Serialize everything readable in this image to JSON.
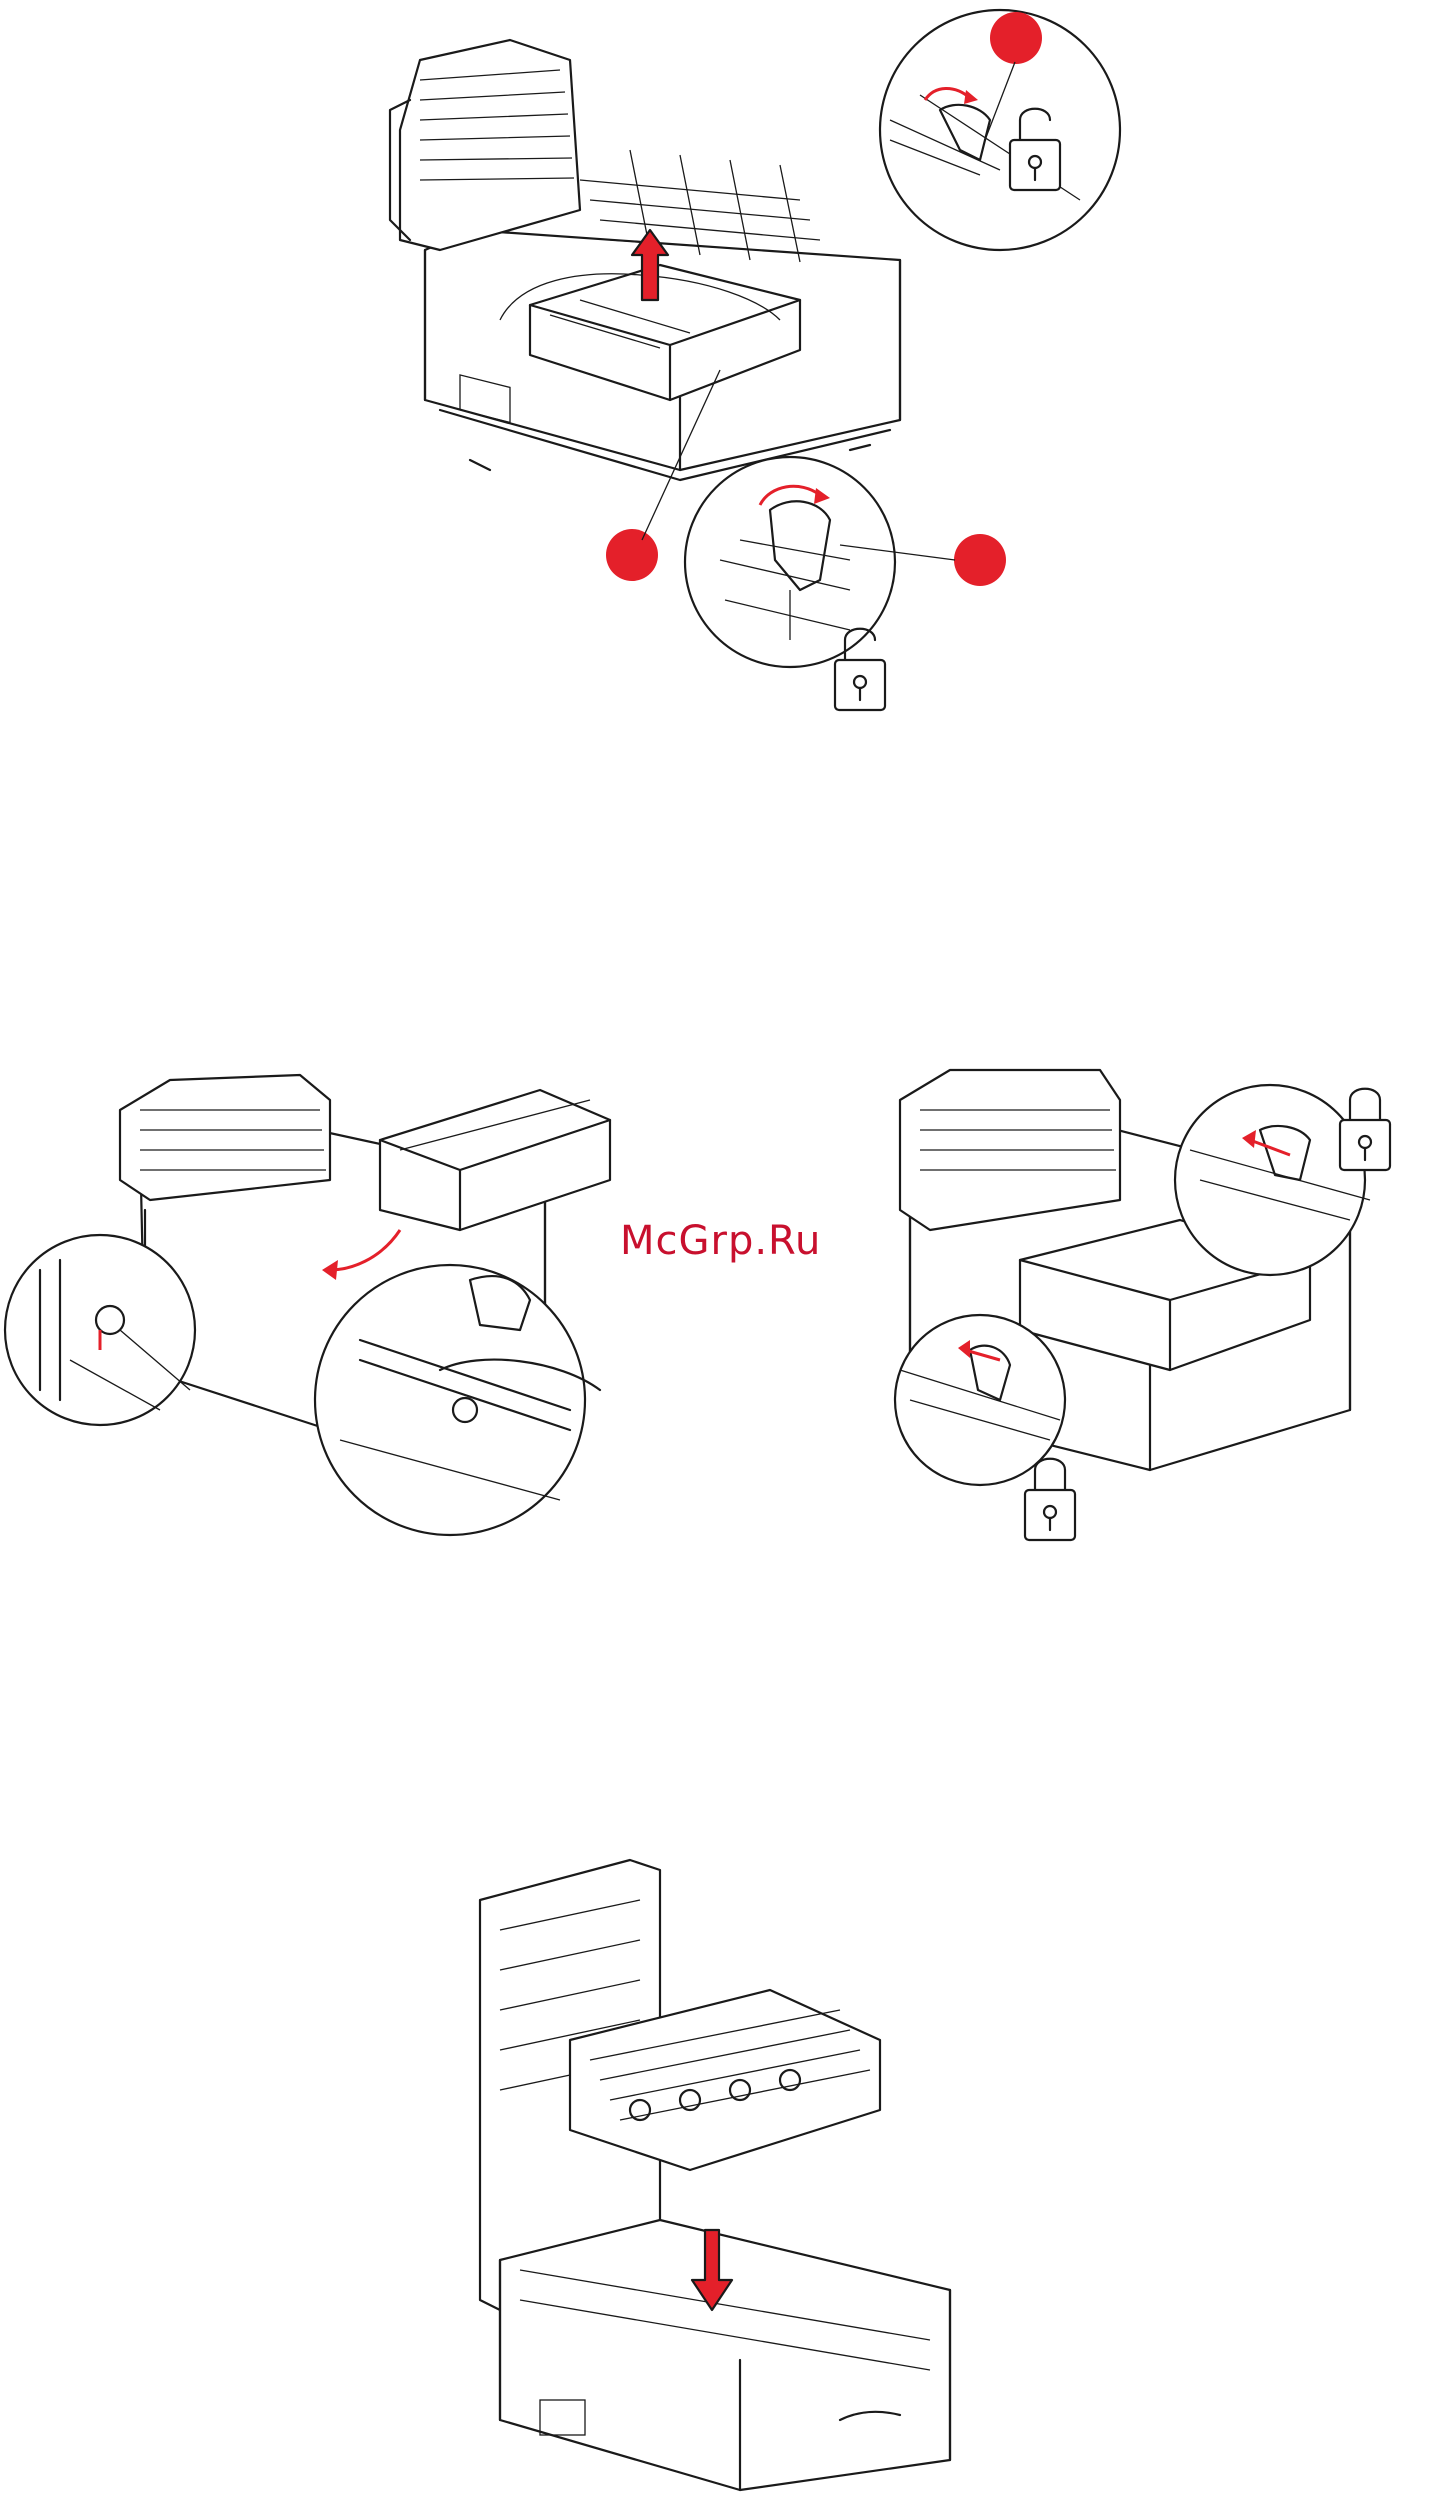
{
  "watermark": {
    "text": "McGrp.Ru",
    "color": "#c8102e"
  },
  "colors": {
    "accent": "#e4202a",
    "line": "#1a1a1a"
  },
  "figures": [
    {
      "name": "remove-belt-unlock-latches",
      "icons": [
        "unlock-icon",
        "unlock-icon"
      ],
      "callouts": 3
    },
    {
      "name": "insert-new-belt",
      "icons": []
    },
    {
      "name": "lock-belt-latches",
      "icons": [
        "lock-icon",
        "lock-icon"
      ]
    },
    {
      "name": "reinstall-image-drums",
      "icons": []
    }
  ]
}
